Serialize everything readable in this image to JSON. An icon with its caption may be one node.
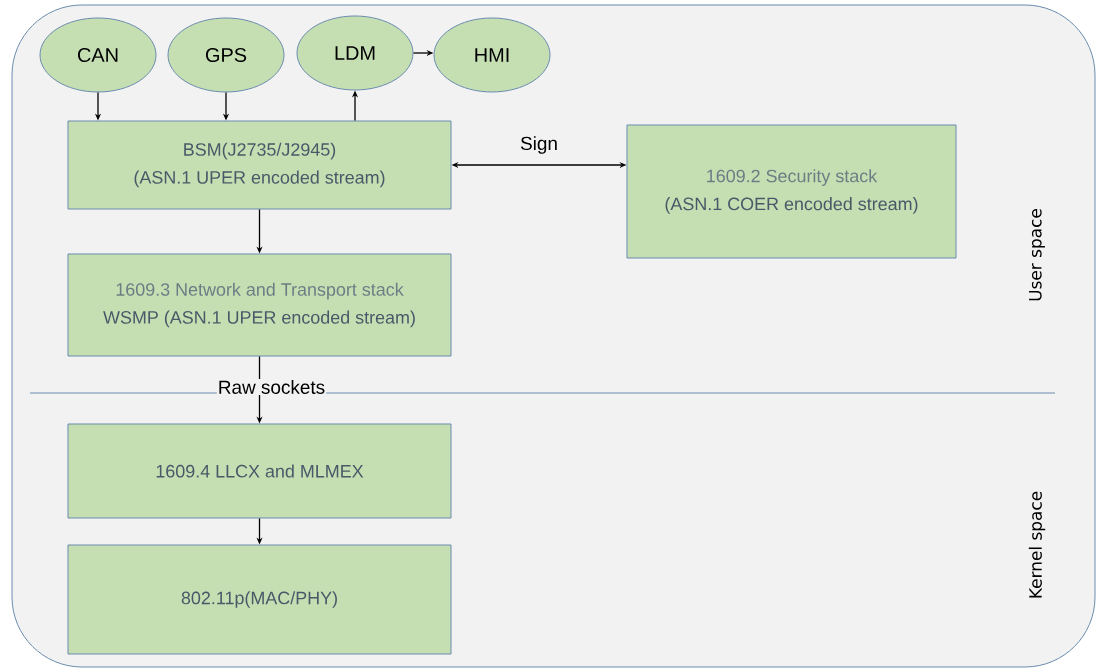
{
  "diagram": {
    "nodes": [
      {
        "text": [
          "CAN"
        ]
      },
      {
        "text": [
          "GPS"
        ]
      },
      {
        "text": [
          "LDM"
        ]
      },
      {
        "text": [
          "HMI"
        ]
      },
      {
        "text": [
          "BSM(J2735/J2945)",
          "(ASN.1 UPER encoded stream)"
        ]
      },
      {
        "text": [
          "1609.2 Security stack",
          "(ASN.1 COER encoded stream)"
        ]
      },
      {
        "text": [
          "1609.3 Network and Transport stack",
          "WSMP (ASN.1 UPER encoded stream)"
        ]
      },
      {
        "text": [
          "1609.4 LLCX and MLMEX"
        ]
      },
      {
        "text": [
          "802.11p(MAC/PHY)"
        ]
      }
    ],
    "edges": [
      {
        "from": 0,
        "to": 4,
        "arrow": "to"
      },
      {
        "from": 1,
        "to": 4,
        "arrow": "to"
      },
      {
        "from": 4,
        "to": 2,
        "arrow": "to"
      },
      {
        "from": 2,
        "to": 3,
        "arrow": "to"
      },
      {
        "from": 4,
        "to": 5,
        "arrow": "both",
        "label": "Sign"
      },
      {
        "from": 4,
        "to": 6,
        "arrow": "to"
      },
      {
        "from": 6,
        "to": 7,
        "arrow": "to",
        "label": "Raw sockets"
      },
      {
        "from": 7,
        "to": 8,
        "arrow": "to"
      }
    ],
    "labels": [
      "User space",
      "Kernel space"
    ]
  }
}
